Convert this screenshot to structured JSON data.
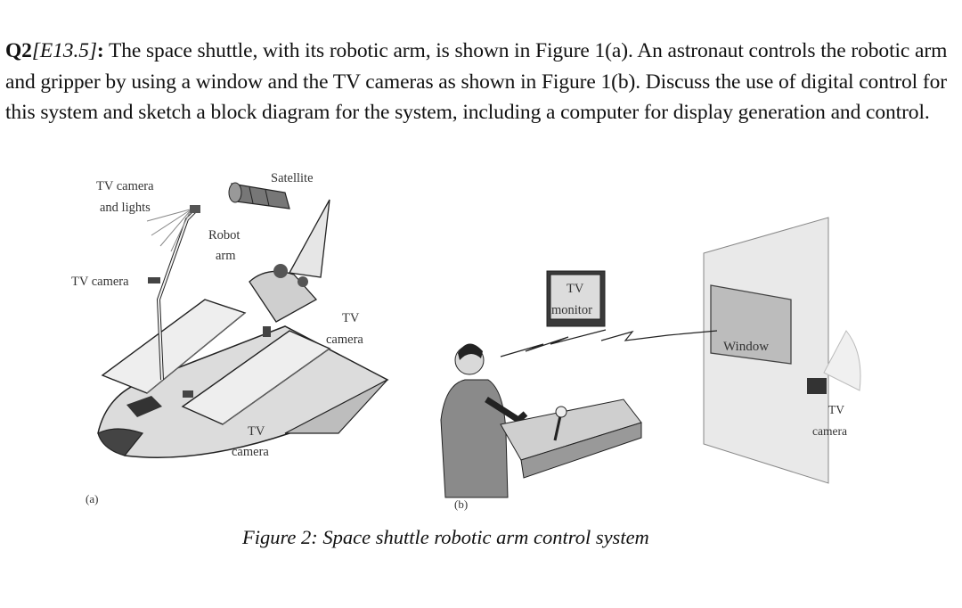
{
  "question": {
    "id": "Q2",
    "source": "[E13.5]",
    "colon": ":",
    "text": " The space shuttle, with its robotic arm, is shown in Figure 1(a). An astronaut controls the robotic arm and gripper by using a window and the TV cameras as shown in Figure 1(b). Discuss the use of digital control for this system and sketch a block diagram for the system, including a computer for display generation and control."
  },
  "figure_a": {
    "label_tv_camera_lights_1": "TV camera",
    "label_tv_camera_lights_2": "and lights",
    "label_satellite": "Satellite",
    "label_robot_arm_1": "Robot",
    "label_robot_arm_2": "arm",
    "label_tv_camera_left": "TV camera",
    "label_tv_camera_mid_1": "TV",
    "label_tv_camera_mid_2": "camera",
    "label_tv_camera_bottom_1": "TV",
    "label_tv_camera_bottom_2": "camera",
    "panel_label": "(a)"
  },
  "figure_b": {
    "label_tv_monitor_1": "TV",
    "label_tv_monitor_2": "monitor",
    "label_window": "Window",
    "label_tv_camera_1": "TV",
    "label_tv_camera_2": "camera",
    "panel_label": "(b)"
  },
  "caption": "Figure 2: Space shuttle robotic arm control system"
}
